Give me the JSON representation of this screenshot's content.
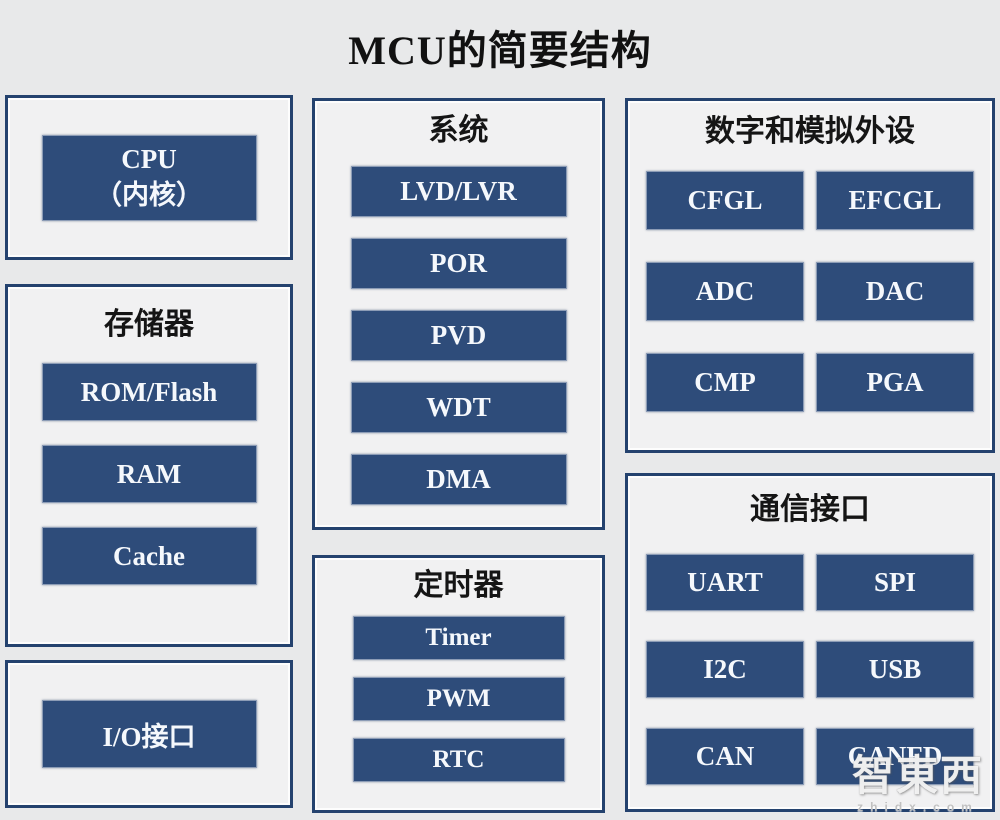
{
  "page": {
    "title": "MCU的简要结构",
    "colors": {
      "background": "#e8e9ea",
      "panel_background": "#f1f1f2",
      "panel_border": "#24426e",
      "box_fill": "#2e4c7a",
      "box_text": "#f5f8fc",
      "title_text": "#111111"
    }
  },
  "sections": {
    "cpu": {
      "box_line1": "CPU",
      "box_line2": "（内核）"
    },
    "memory": {
      "title": "存储器",
      "boxes": [
        "ROM/Flash",
        "RAM",
        "Cache"
      ]
    },
    "io": {
      "box": "I/O接口"
    },
    "system": {
      "title": "系统",
      "boxes": [
        "LVD/LVR",
        "POR",
        "PVD",
        "WDT",
        "DMA"
      ]
    },
    "timer": {
      "title": "定时器",
      "boxes": [
        "Timer",
        "PWM",
        "RTC"
      ]
    },
    "peripherals": {
      "title": "数字和模拟外设",
      "boxes": [
        "CFGL",
        "EFCGL",
        "ADC",
        "DAC",
        "CMP",
        "PGA"
      ]
    },
    "comm": {
      "title": "通信接口",
      "boxes": [
        "UART",
        "SPI",
        "I2C",
        "USB",
        "CAN",
        "CANFD"
      ]
    }
  },
  "watermark": {
    "logo": "智東西",
    "domain": "zhidx.com"
  }
}
